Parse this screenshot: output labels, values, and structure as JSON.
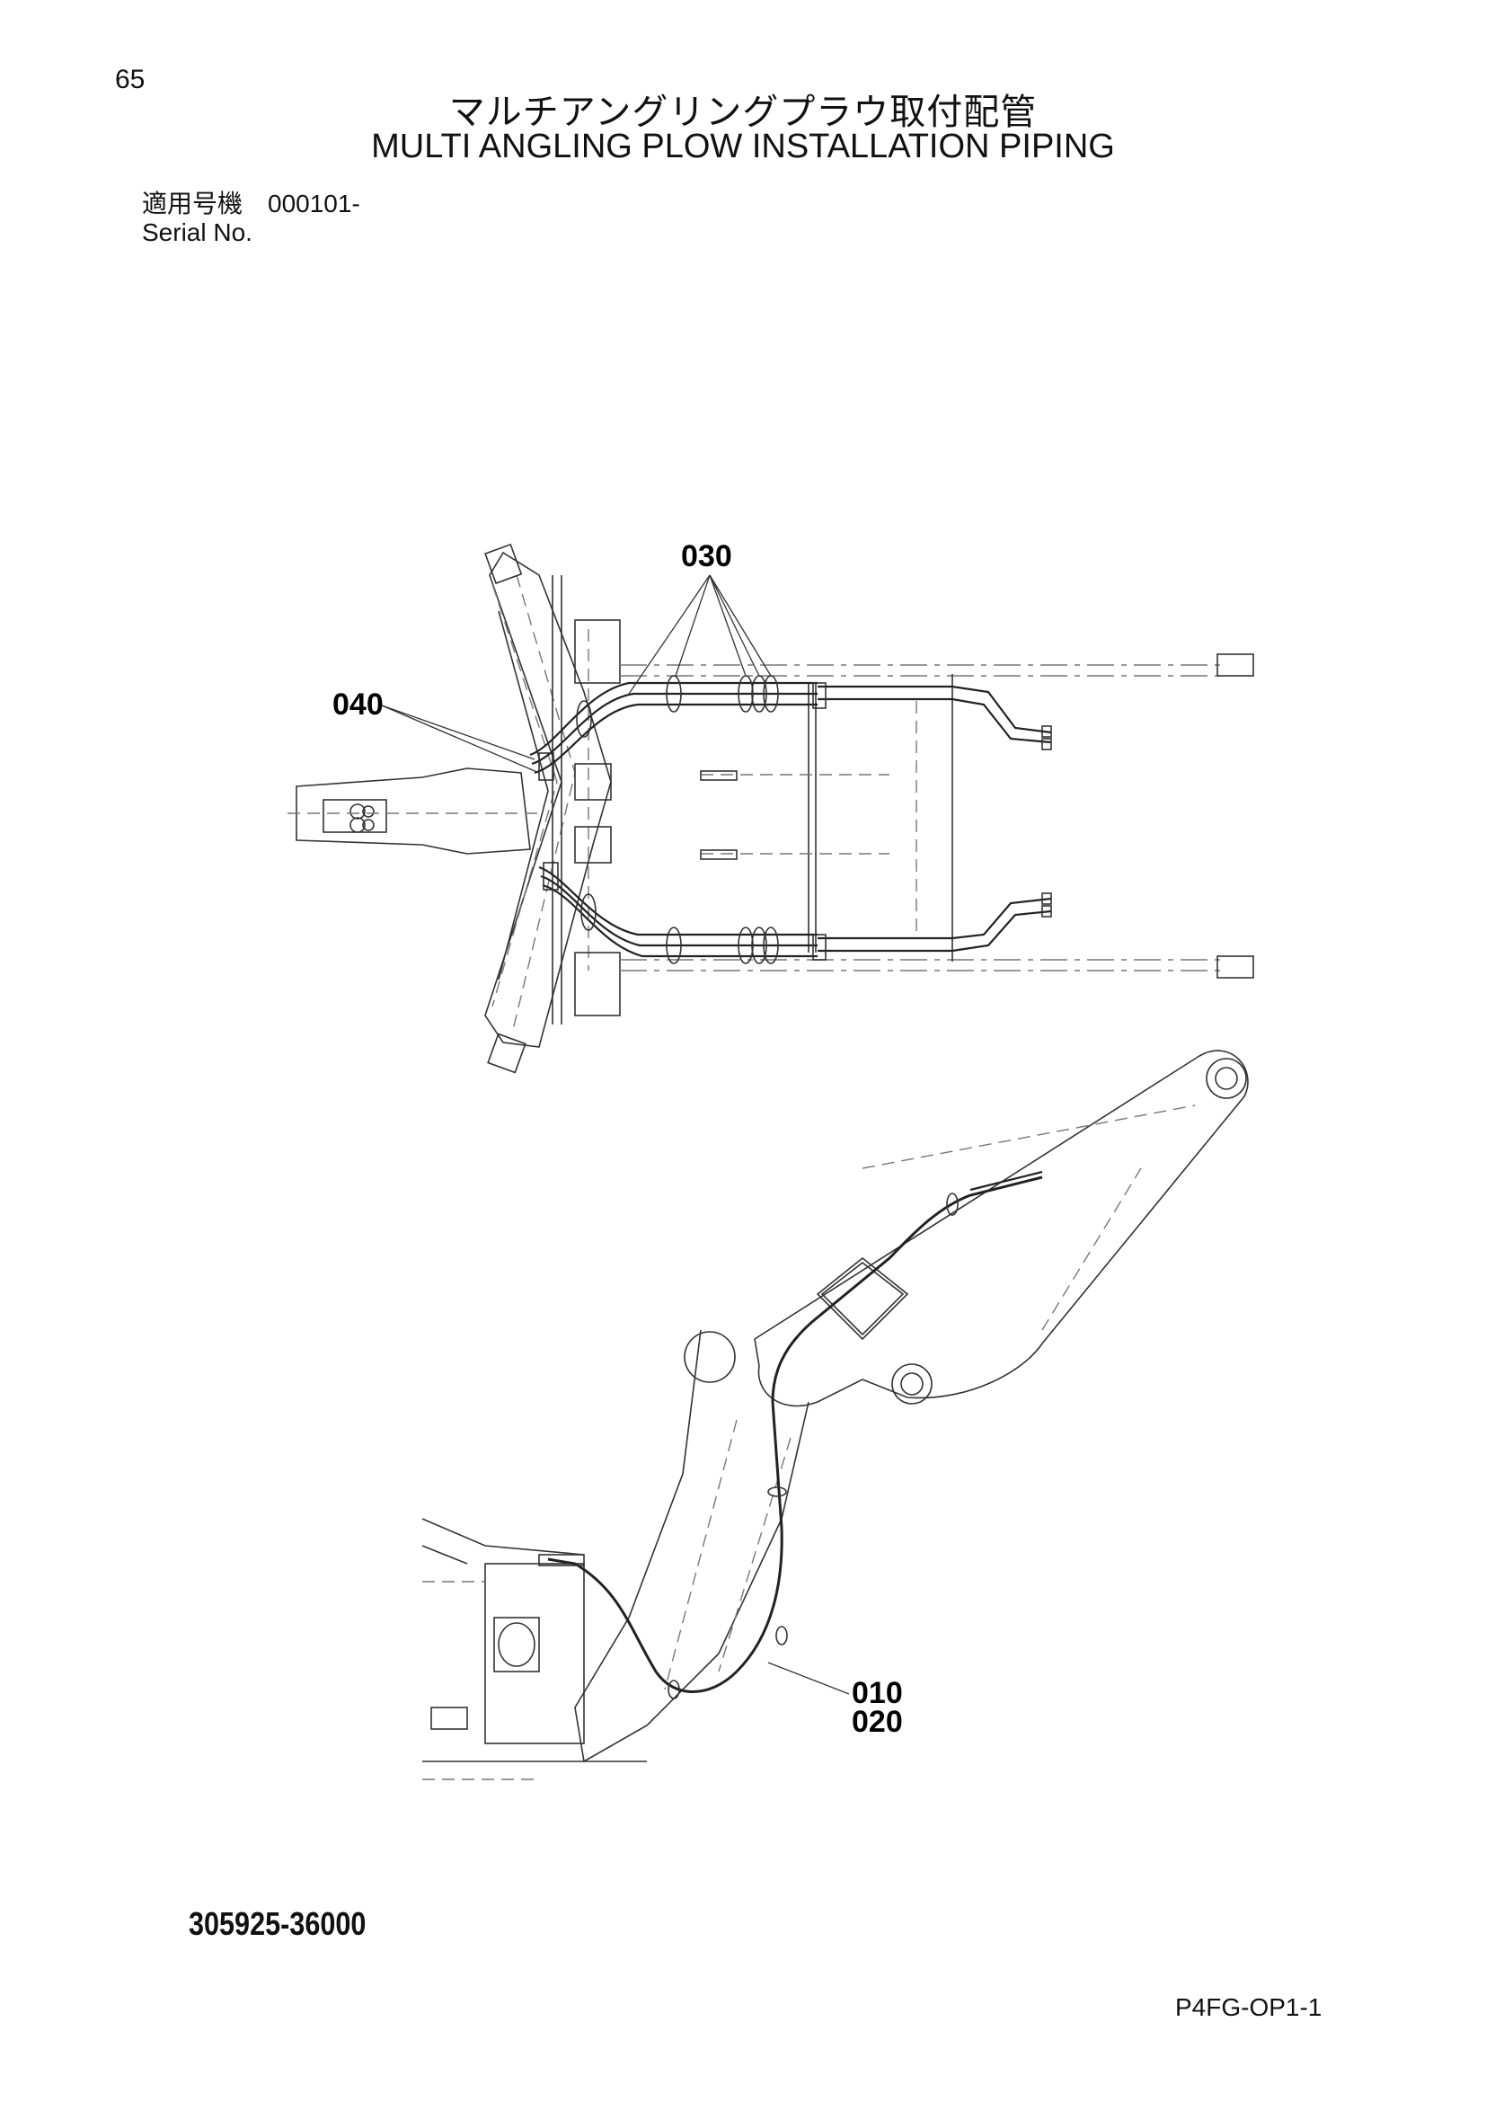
{
  "page": {
    "number": "65",
    "title_jp": "マルチアングリングプラウ取付配管",
    "title_en": "MULTI ANGLING PLOW INSTALLATION PIPING",
    "serial_label_jp": "適用号機",
    "serial_value": "000101-",
    "serial_label_en": "Serial No.",
    "part_code": "305925-36000",
    "sheet_code": "P4FG-OP1-1"
  },
  "callouts": {
    "c030": "030",
    "c040": "040",
    "c010": "010",
    "c020": "020"
  },
  "colors": {
    "line": "#222222",
    "faint": "#9a9a9a"
  }
}
